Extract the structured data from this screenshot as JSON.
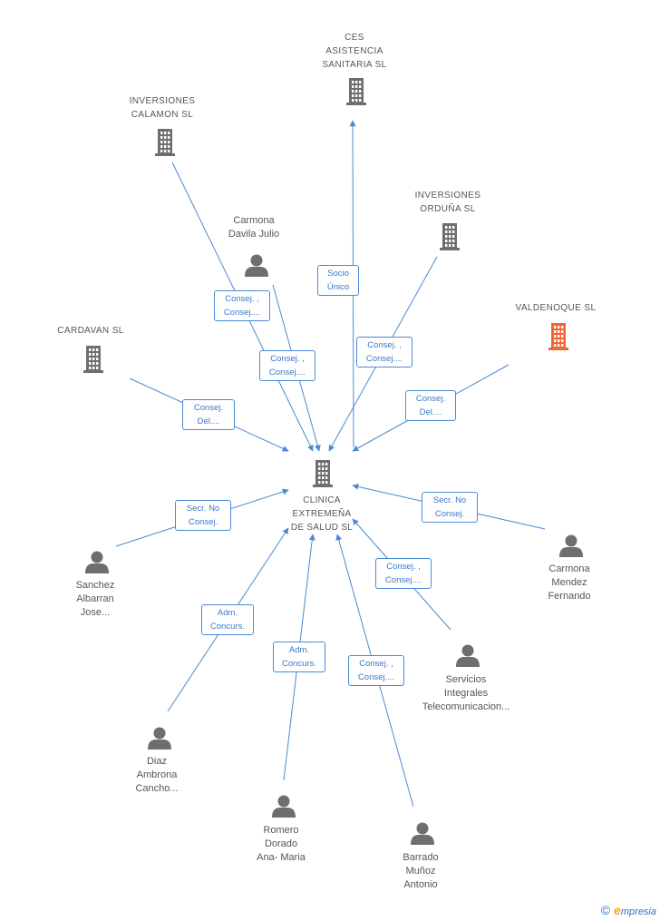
{
  "colors": {
    "edge": "#4a8ad4",
    "node": "#6e6e6e",
    "highlight": "#f26534",
    "label": "#555555"
  },
  "center": {
    "id": "clinica",
    "label": "CLINICA\nEXTREMEÑA\nDE SALUD  SL",
    "icon": "building-icon"
  },
  "nodes": [
    {
      "id": "ces",
      "type": "company",
      "label": "CES\nASISTENCIA\nSANITARIA SL",
      "icon": "building-icon"
    },
    {
      "id": "calamon",
      "type": "company",
      "label": "INVERSIONES\nCALAMON SL",
      "icon": "building-icon"
    },
    {
      "id": "ordunya",
      "type": "company",
      "label": "INVERSIONES\nORDUÑA SL",
      "icon": "building-icon"
    },
    {
      "id": "valdenoque",
      "type": "company",
      "label": "VALDENOQUE SL",
      "icon": "building-icon",
      "highlight": true
    },
    {
      "id": "cardavan",
      "type": "company",
      "label": "CARDAVAN  SL",
      "icon": "building-icon"
    },
    {
      "id": "carmona_davila",
      "type": "person",
      "label": "Carmona\nDavila Julio",
      "icon": "person-icon"
    },
    {
      "id": "sanchez",
      "type": "person",
      "label": "Sanchez\nAlbarran\nJose...",
      "icon": "person-icon"
    },
    {
      "id": "carmona_mendez",
      "type": "person",
      "label": "Carmona\nMendez\nFernando",
      "icon": "person-icon"
    },
    {
      "id": "servicios",
      "type": "person",
      "label": "Servicios\nIntegrales\nTelecomunicacion...",
      "icon": "person-icon"
    },
    {
      "id": "diaz",
      "type": "person",
      "label": "Diaz\nAmbrona\nCancho...",
      "icon": "person-icon"
    },
    {
      "id": "romero",
      "type": "person",
      "label": "Romero\nDorado\nAna-  Maria",
      "icon": "person-icon"
    },
    {
      "id": "barrado",
      "type": "person",
      "label": "Barrado\nMuñoz\nAntonio",
      "icon": "person-icon"
    }
  ],
  "edges": [
    {
      "from": "ces",
      "label": "Socio\nÚnico"
    },
    {
      "from": "calamon",
      "label": "Consej. ,\nConsej...."
    },
    {
      "from": "carmona_davila",
      "label": "Consej. ,\nConsej...."
    },
    {
      "from": "ordunya",
      "label": "Consej. ,\nConsej...."
    },
    {
      "from": "valdenoque",
      "label": "Consej.\nDel...."
    },
    {
      "from": "cardavan",
      "label": "Consej.\nDel...."
    },
    {
      "from": "sanchez",
      "label": "Secr.  No\nConsej."
    },
    {
      "from": "carmona_mendez",
      "label": "Secr.  No\nConsej."
    },
    {
      "from": "servicios",
      "label": "Consej. ,\nConsej...."
    },
    {
      "from": "diaz",
      "label": "Adm.\nConcurs."
    },
    {
      "from": "romero",
      "label": "Adm.\nConcurs."
    },
    {
      "from": "barrado",
      "label": "Consej. ,\nConsej...."
    }
  ],
  "footer": {
    "copyright": "©",
    "brand_initial": "e",
    "brand_rest": "mpresia"
  }
}
